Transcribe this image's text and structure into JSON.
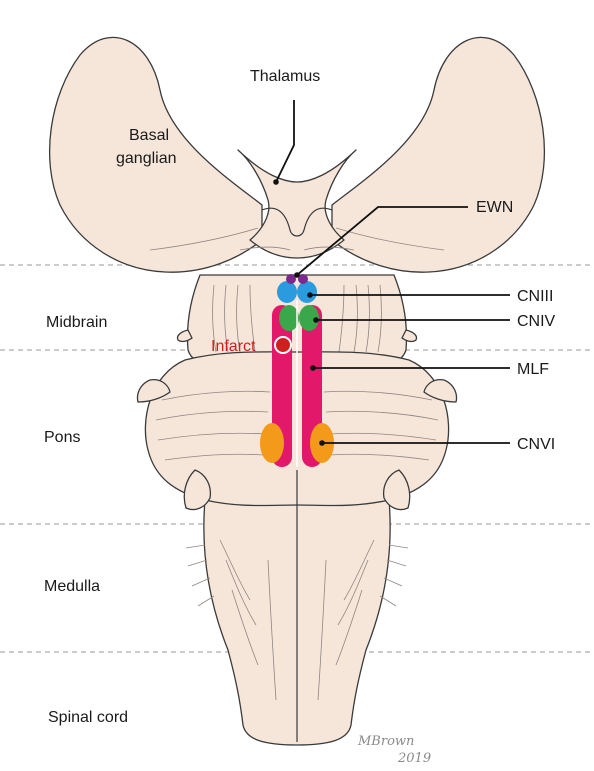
{
  "labels": {
    "thalamus": "Thalamus",
    "basal_ganglia_line1": "Basal",
    "basal_ganglia_line2": "ganglian",
    "ewn": "EWN",
    "cniii": "CNIII",
    "cniv": "CNIV",
    "infarct": "Infarct",
    "mlf": "MLF",
    "cnvi": "CNVI"
  },
  "regions": {
    "midbrain": "Midbrain",
    "pons": "Pons",
    "medulla": "Medulla",
    "spinal_cord": "Spinal cord"
  },
  "signature": {
    "name": "MBrown",
    "year": "2019"
  },
  "colors": {
    "tissue": "#f6e6da",
    "mlf": "#e2196b",
    "cniii": "#2b9be0",
    "cniv": "#3aa84a",
    "cnvi": "#f39a1a",
    "ewn": "#7a2a8c",
    "infarct": "#d11f1f"
  }
}
